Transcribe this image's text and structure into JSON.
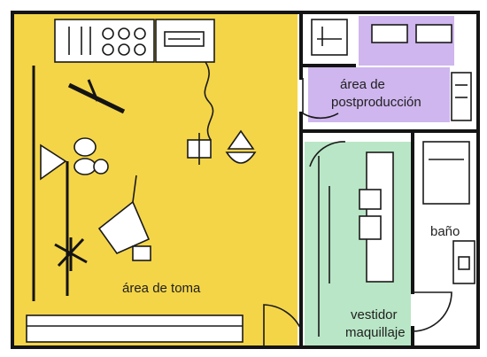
{
  "rooms": {
    "shoot": {
      "label": "área de toma",
      "color": "#f4d548"
    },
    "postproduction": {
      "label_line1": "área de",
      "label_line2": "postproducción",
      "color": "#cfb6ee"
    },
    "bathroom": {
      "label": "baño",
      "color": "#ffffff"
    },
    "dressing": {
      "label_line1": "vestidor",
      "label_line2": "maquillaje",
      "color": "#b9e6c6"
    }
  },
  "icons": [
    "studio-light-icon",
    "softbox-icon",
    "camera-tripod-icon",
    "chair-icon",
    "desk-icon",
    "toilet-icon",
    "sink-icon",
    "shower-icon",
    "mirror-icon",
    "door-swing-icon"
  ]
}
